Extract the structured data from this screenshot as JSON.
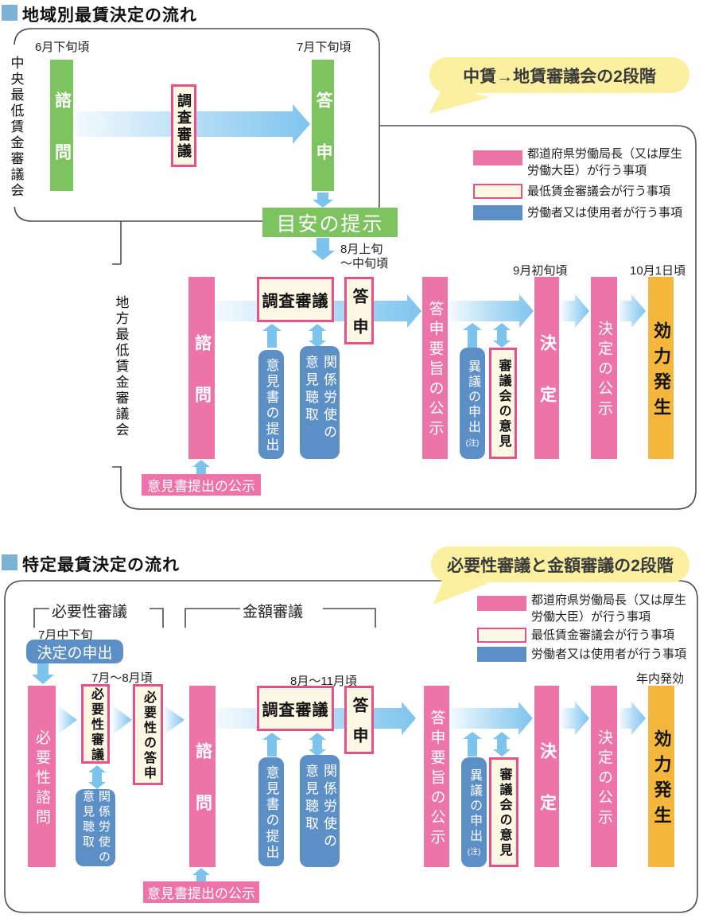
{
  "colors": {
    "pink": "#ed74a8",
    "pink_border": "#e75189",
    "cream": "#fdf8e3",
    "blue": "#5d8fc7",
    "green": "#7dc35f",
    "orange": "#f5b63c",
    "arrow_blue": "#7cc4ee",
    "bubble_yellow": "#faf0a0",
    "title_square": "#7cb2d4"
  },
  "labels": {
    "consultation": "諮問",
    "deliberation": "調査審議",
    "report": "答申",
    "opinion_submission": "意見書の提出",
    "labor_hearing": "関係労使の意見聴取",
    "report_publication": "答申要旨の公示",
    "objection": "異議の申出",
    "note_mark": "(注)",
    "council_opinion": "審議会の意見",
    "decision": "決定",
    "decision_publication": "決定の公示",
    "effective": "効力発生",
    "opinion_notice": "意見書提出の公示"
  },
  "legend": {
    "items": [
      {
        "line1": "都道府県労働局長（又は厚生",
        "line2": "労働大臣）が行う事項"
      },
      {
        "line1": "最低賃金審議会が行う事項",
        "line2": ""
      },
      {
        "line1": "労働者又は使用者が行う事項",
        "line2": ""
      }
    ]
  },
  "regional": {
    "title": "地域別最賃決定の流れ",
    "callout": "中賃→地賃審議会の2段階",
    "central_council": "中央最低賃金審議会",
    "local_council": "地方最低賃金審議会",
    "guideline": "目安の提示",
    "date_late_june": "6月下旬頃",
    "date_late_july": "7月下旬頃",
    "date_aug_line1": "8月上旬",
    "date_aug_line2": "～中旬頃",
    "date_early_sep": "9月初旬頃",
    "date_oct1": "10月1日頃"
  },
  "specific": {
    "title": "特定最賃決定の流れ",
    "callout": "必要性審議と金額審議の2段階",
    "phase_necessity": "必要性審議",
    "phase_amount": "金額審議",
    "application": "決定の申出",
    "necessity_consult": "必要性諮問",
    "necessity_council": "必要性審議",
    "necessity_report": "必要性の答申",
    "date_mid_july": "7月中下旬",
    "date_jul_aug": "7月～8月頃",
    "date_aug_nov": "8月～11月頃",
    "date_year_end": "年内発効"
  }
}
